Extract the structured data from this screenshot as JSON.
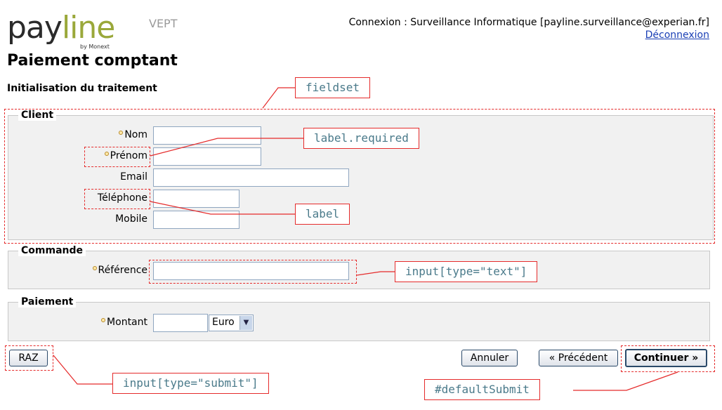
{
  "header": {
    "logo": {
      "word_a": "pay",
      "word_b": "line",
      "sub": "by Monext"
    },
    "environment": "VEPT",
    "connection": "Connexion : Surveillance Informatique [payline.surveillance@experian.fr]",
    "logout_label": "Déconnexion",
    "page_title": "Paiement comptant",
    "subtitle": "Initialisation du traitement"
  },
  "client": {
    "legend": "Client",
    "fields": [
      {
        "label": "Nom",
        "required": true,
        "value": ""
      },
      {
        "label": "Prénom",
        "required": true,
        "value": ""
      },
      {
        "label": "Email",
        "required": false,
        "value": ""
      },
      {
        "label": "Téléphone",
        "required": false,
        "value": ""
      },
      {
        "label": "Mobile",
        "required": false,
        "value": ""
      }
    ]
  },
  "commande": {
    "legend": "Commande",
    "reference": {
      "label": "Référence",
      "required": true,
      "value": ""
    }
  },
  "paiement": {
    "legend": "Paiement",
    "montant": {
      "label": "Montant",
      "required": true,
      "value": ""
    },
    "currency": {
      "selected": "Euro"
    }
  },
  "actions": {
    "raz": "RAZ",
    "cancel": "Annuler",
    "previous": "« Précédent",
    "continue": "Continuer »"
  },
  "annotations": {
    "fieldset": "fieldset",
    "label_required": "label.required",
    "label": "label",
    "input_text": "input[type=\"text\"]",
    "input_submit": "input[type=\"submit\"]",
    "default_submit": "#defaultSubmit"
  },
  "colors": {
    "annotation": "#e52b2b",
    "link": "#1a3fb5",
    "logo_accent": "#9aa83a"
  }
}
